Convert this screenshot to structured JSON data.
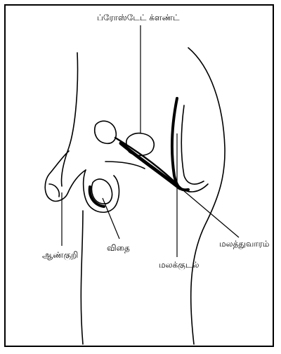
{
  "labels": {
    "prostate": "ப்ரோஸ்டேட் க்ளண்ட்",
    "rectum_opening": "மலத்துவாரம்",
    "testis": "விதை",
    "penis": "ஆண்குறி",
    "rectum": "மலக்குடல்"
  },
  "colors": {
    "ink": "#000000",
    "background": "#ffffff"
  }
}
